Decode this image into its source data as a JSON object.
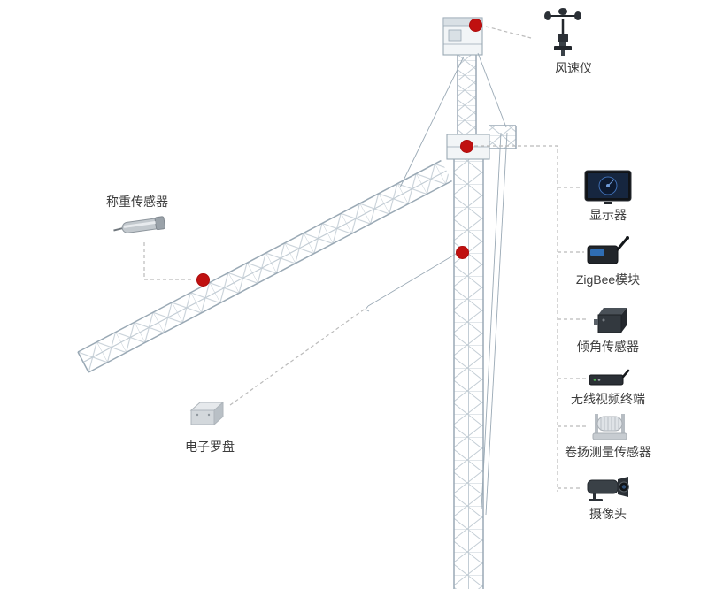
{
  "colors": {
    "marker": "#c01010",
    "crane": "#c3cdd5",
    "crane_dark": "#9aa9b5",
    "dash": "#bbbbbb",
    "text": "#3d3d3d"
  },
  "callouts": {
    "anemometer": {
      "label": "风速仪",
      "icon": "anemometer-icon"
    },
    "load_cell": {
      "label": "称重传感器",
      "icon": "load-cell-icon"
    },
    "compass": {
      "label": "电子罗盘",
      "icon": "compass-icon"
    },
    "right_column": [
      {
        "label": "显示器",
        "icon": "monitor-icon"
      },
      {
        "label": "ZigBee模块",
        "icon": "zigbee-module-icon"
      },
      {
        "label": "倾角传感器",
        "icon": "tilt-sensor-icon"
      },
      {
        "label": "无线视频终端",
        "icon": "wireless-video-terminal-icon"
      },
      {
        "label": "卷扬测量传感器",
        "icon": "winch-measurement-sensor-icon"
      },
      {
        "label": "摄像头",
        "icon": "camera-icon"
      }
    ]
  },
  "markers": [
    {
      "name": "tower-top-marker"
    },
    {
      "name": "slewing-junction-marker"
    },
    {
      "name": "mast-marker"
    },
    {
      "name": "jib-marker"
    }
  ]
}
